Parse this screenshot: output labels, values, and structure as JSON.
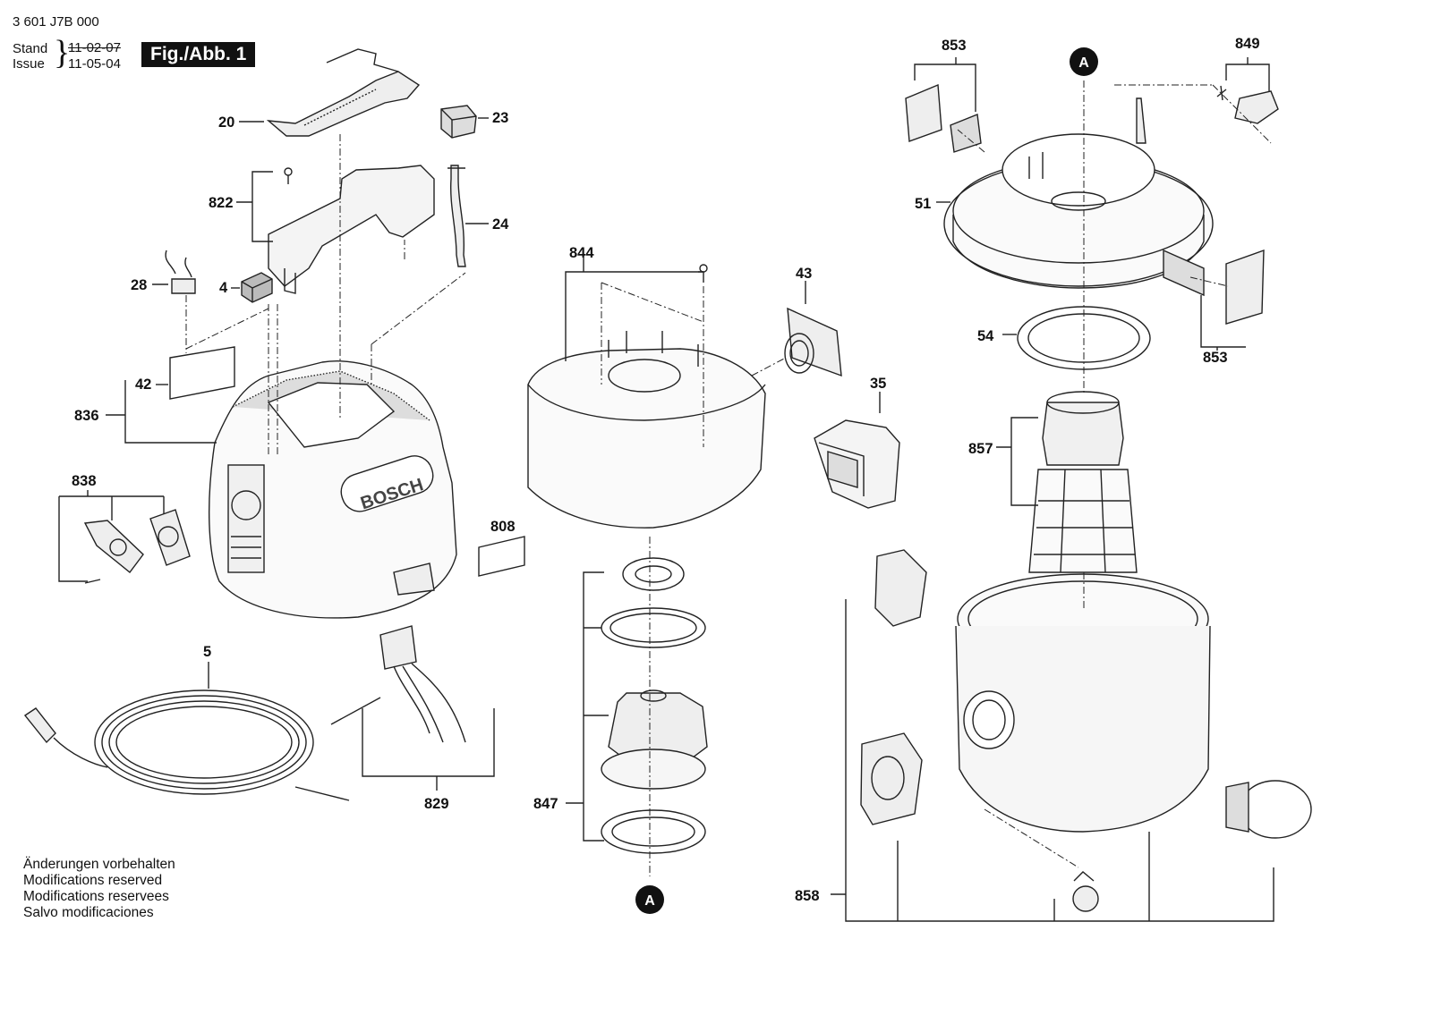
{
  "header": {
    "doc_number": "3 601 J7B 000",
    "stand_label": "Stand",
    "issue_label": "Issue",
    "old_date": "11-02-07",
    "new_date": "11-05-04",
    "figure_label": "Fig./Abb. 1"
  },
  "brand_mark": "BOSCH",
  "parts": {
    "p20": "20",
    "p23": "23",
    "p822": "822",
    "p24": "24",
    "p28": "28",
    "p4": "4",
    "p42": "42",
    "p836": "836",
    "p838": "838",
    "p808": "808",
    "p5": "5",
    "p829": "829",
    "p844": "844",
    "p43": "43",
    "p35": "35",
    "p847": "847",
    "p853a": "853",
    "p849": "849",
    "p51": "51",
    "p853b": "853",
    "p54": "54",
    "p857": "857",
    "p858": "858"
  },
  "markers": {
    "top": "A",
    "bottom": "A"
  },
  "disclaimer": [
    "Änderungen vorbehalten",
    "Modifications reserved",
    "Modifications reservees",
    "Salvo modificaciones"
  ]
}
